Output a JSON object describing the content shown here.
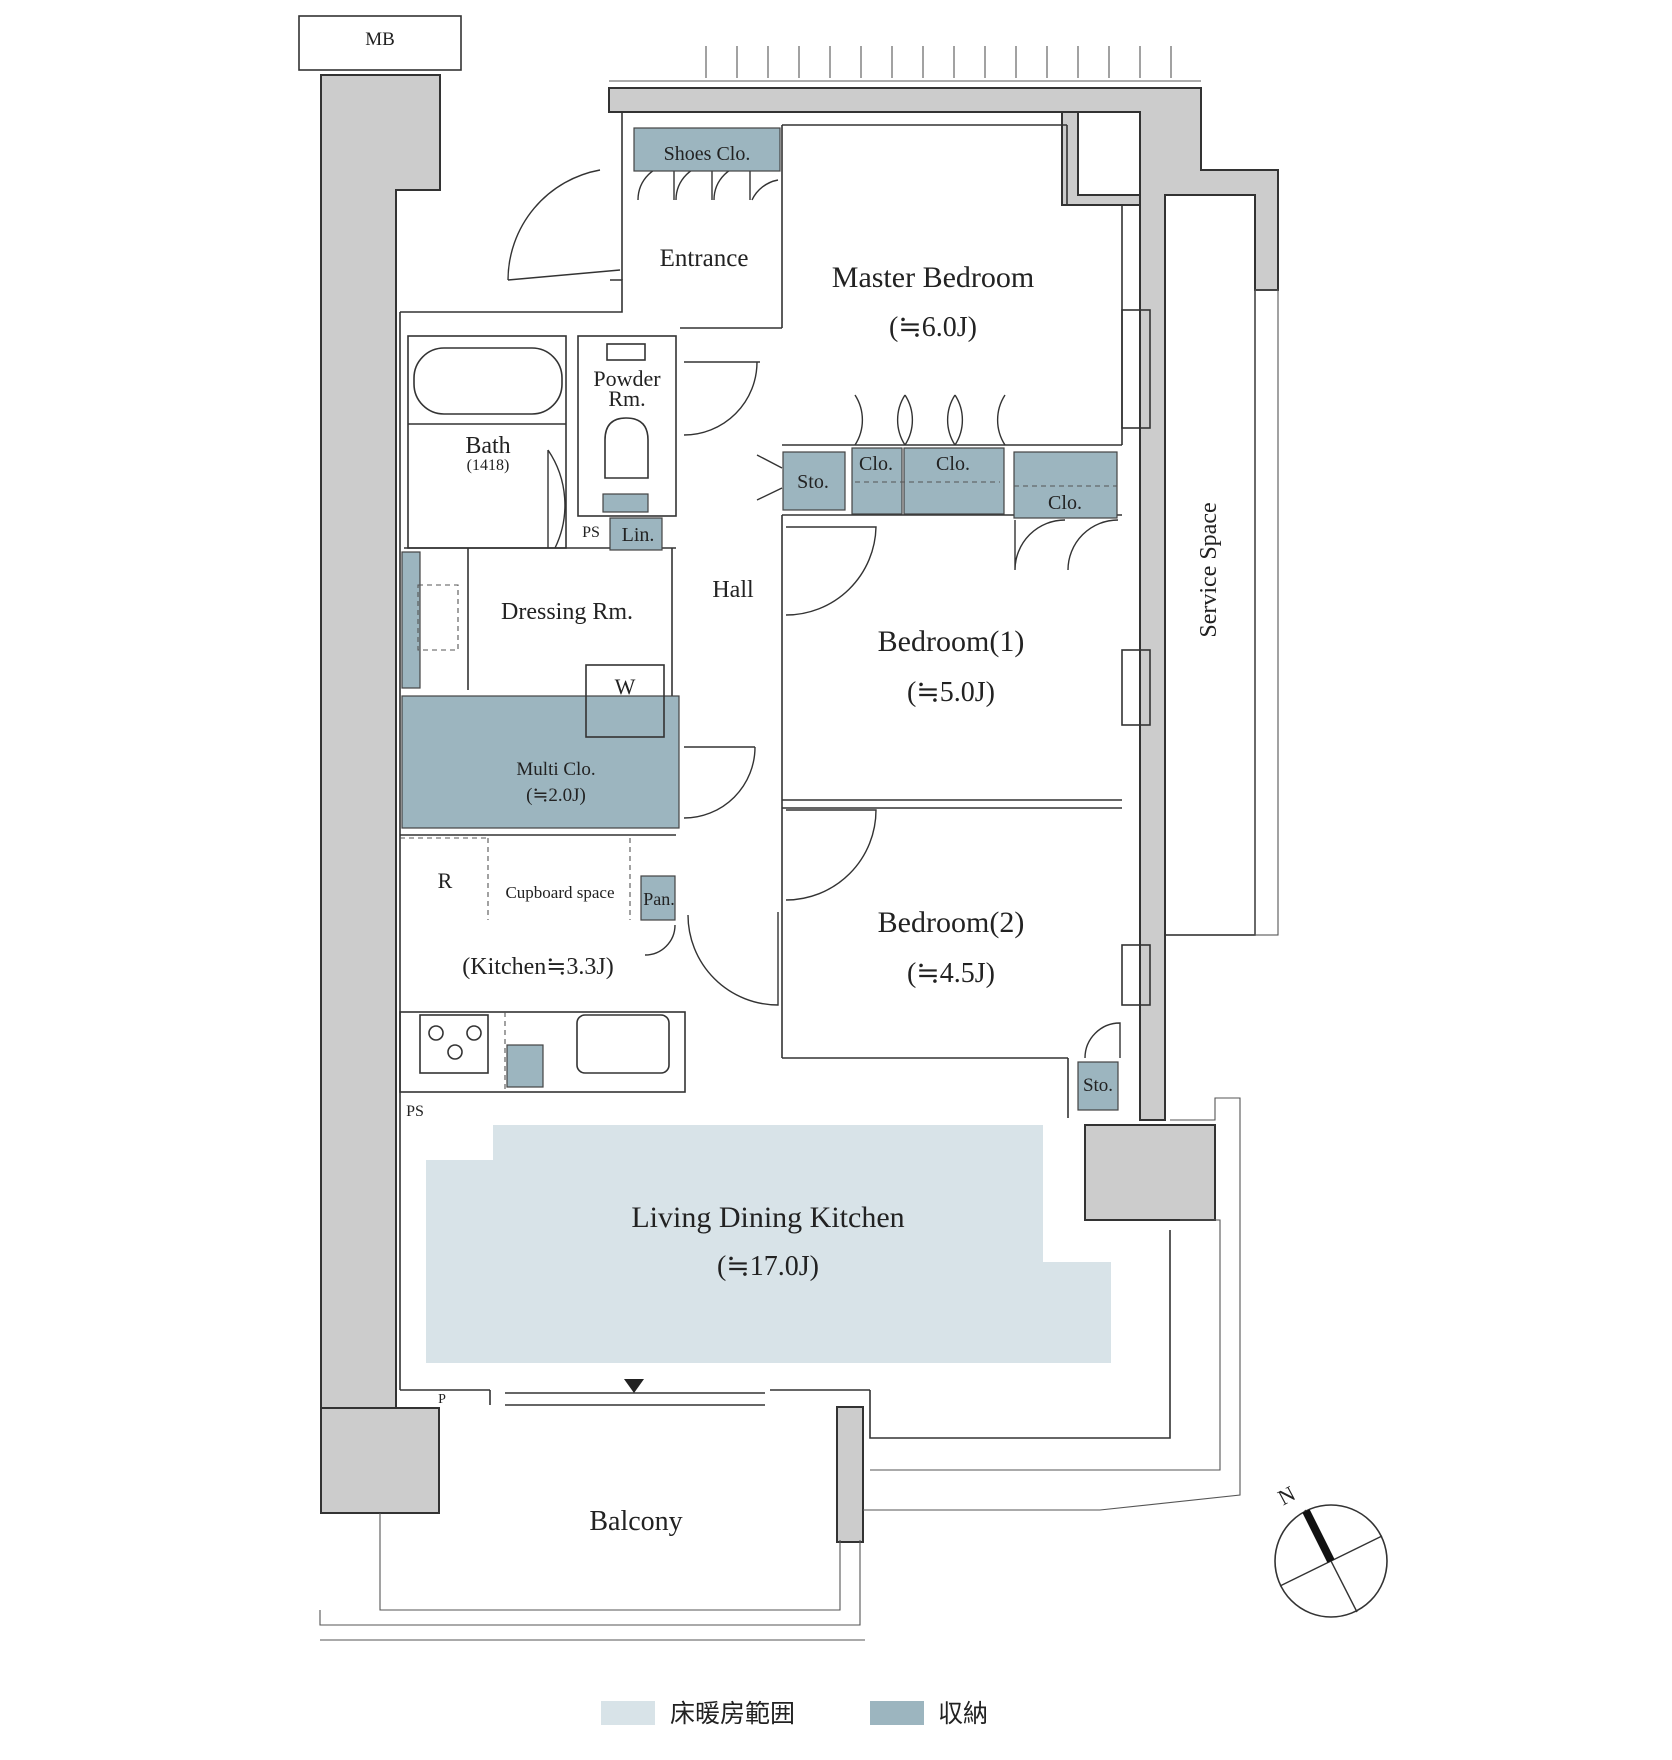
{
  "colors": {
    "storage": "#9cb5bf",
    "floor_heating": "#d8e3e8",
    "wall": "#cccccc",
    "line": "#333333"
  },
  "labels": {
    "mb": "MB",
    "shoes_clo": "Shoes Clo.",
    "entrance": "Entrance",
    "master_bedroom": "Master Bedroom",
    "master_bedroom_area": "(≒6.0J)",
    "powder_1": "Powder",
    "powder_2": "Rm.",
    "bath": "Bath",
    "bath_size": "(1418)",
    "sto_1": "Sto.",
    "clo_1": "Clo.",
    "clo_2": "Clo.",
    "clo_3": "Clo.",
    "ps_1": "PS",
    "lin": "Lin.",
    "hall": "Hall",
    "dressing": "Dressing Rm.",
    "w": "W",
    "bedroom1": "Bedroom(1)",
    "bedroom1_area": "(≒5.0J)",
    "service_space": "Service Space",
    "multi_clo": "Multi Clo.",
    "multi_clo_area": "(≒2.0J)",
    "r": "R",
    "cupboard": "Cupboard space",
    "pan": "Pan.",
    "kitchen": "(Kitchen≒3.3J)",
    "bedroom2": "Bedroom(2)",
    "bedroom2_area": "(≒4.5J)",
    "sto_2": "Sto.",
    "ps_2": "PS",
    "ldk": "Living Dining Kitchen",
    "ldk_area": "(≒17.0J)",
    "p": "P",
    "balcony": "Balcony",
    "north": "N"
  },
  "legend": [
    {
      "label": "床暖房範囲",
      "color": "#d8e3e8"
    },
    {
      "label": "収納",
      "color": "#9cb5bf"
    }
  ]
}
